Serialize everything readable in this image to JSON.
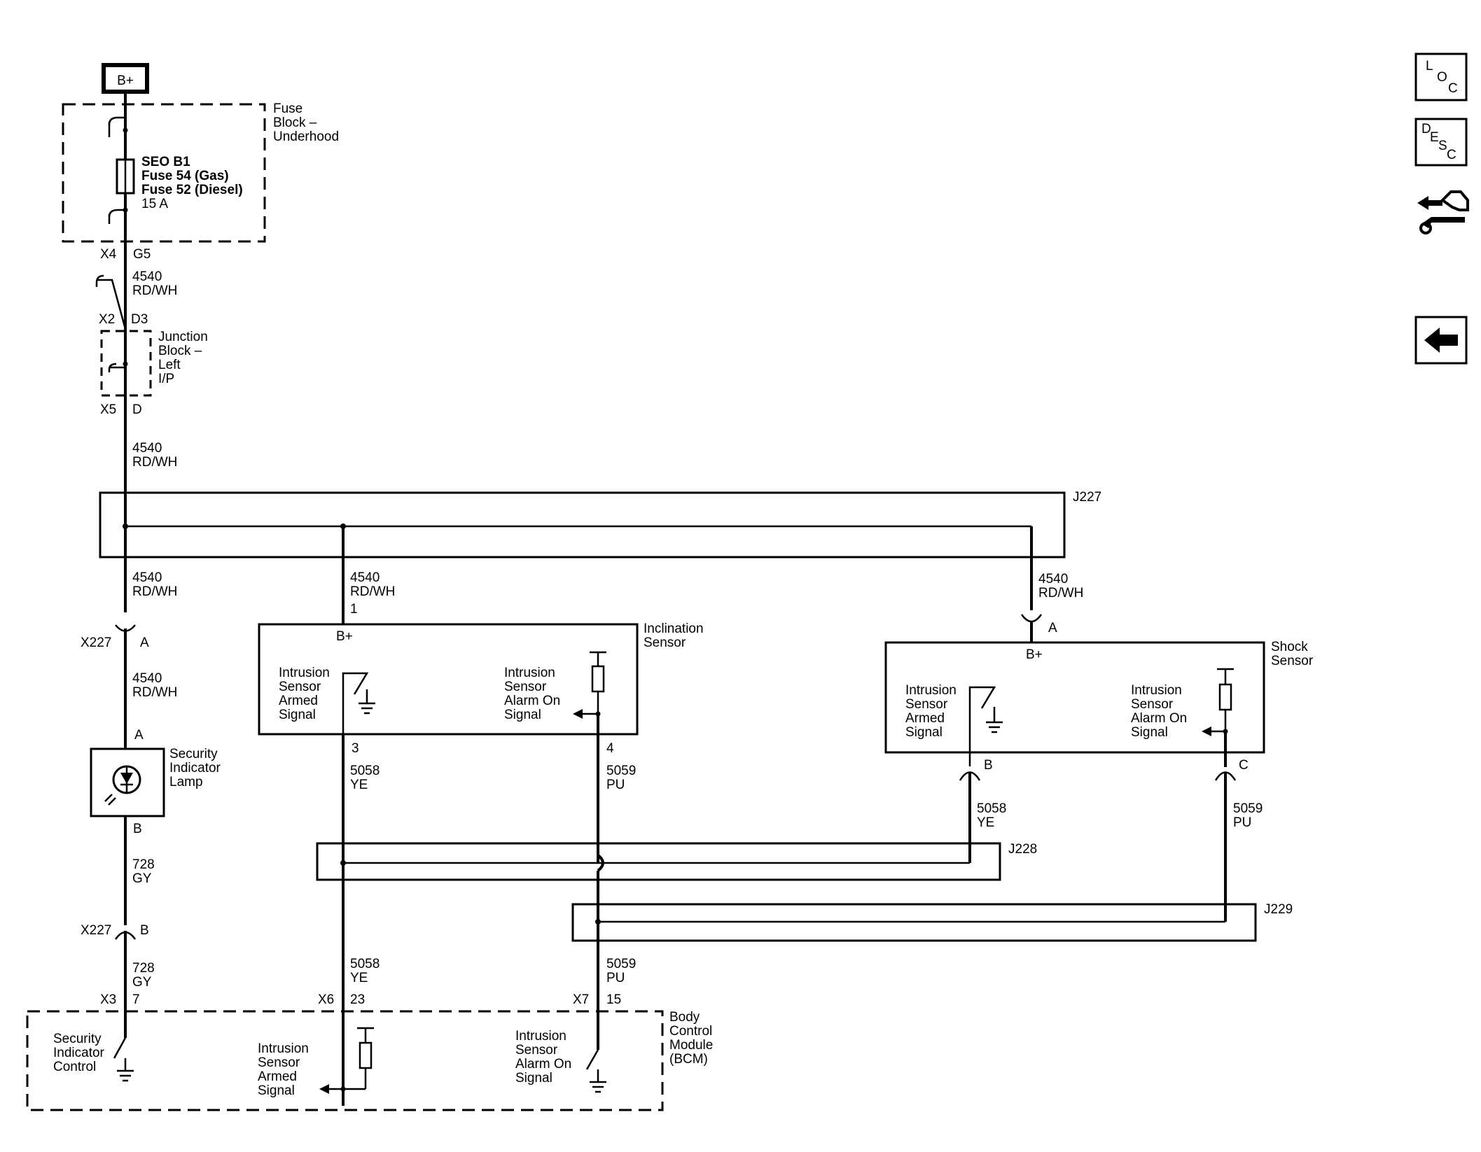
{
  "power": {
    "label": "B+"
  },
  "fuse_block": {
    "name_lines": [
      "Fuse",
      "Block –",
      "Underhood"
    ],
    "fuse_lines": [
      "SEO B1",
      "Fuse 54 (Gas)",
      "Fuse 52 (Diesel)",
      "15 A"
    ],
    "connector_left": "X4",
    "pin": "G5"
  },
  "wires": {
    "w1": [
      "4540",
      "RD/WH"
    ],
    "w2": [
      "4540",
      "RD/WH"
    ],
    "w3": [
      "4540",
      "RD/WH"
    ],
    "w4": [
      "4540",
      "RD/WH"
    ],
    "w5": [
      "4540",
      "RD/WH"
    ],
    "w6": [
      "4540",
      "RD/WH"
    ],
    "w7": [
      "728",
      "GY"
    ],
    "w8": [
      "728",
      "GY"
    ],
    "w9": [
      "5058",
      "YE"
    ],
    "w10": [
      "5059",
      "PU"
    ],
    "w11": [
      "5058",
      "YE"
    ],
    "w12": [
      "5059",
      "PU"
    ],
    "w13": [
      "5058",
      "YE"
    ],
    "w14": [
      "5059",
      "PU"
    ]
  },
  "junction_block": {
    "name_lines": [
      "Junction",
      "Block –",
      "Left",
      "I/P"
    ],
    "top_connector": "X2",
    "top_pin": "D3",
    "bottom_connector": "X5",
    "bottom_pin": "D"
  },
  "splices": {
    "j227": "J227",
    "j228": "J228",
    "j229": "J229"
  },
  "inline_connectors": {
    "x227a": {
      "name": "X227",
      "pin": "A"
    },
    "x227b": {
      "name": "X227",
      "pin": "B"
    }
  },
  "lamp": {
    "name_lines": [
      "Security",
      "Indicator",
      "Lamp"
    ],
    "pin_top": "A",
    "pin_bottom": "B"
  },
  "inclination_sensor": {
    "name_lines": [
      "Inclination",
      "Sensor"
    ],
    "bplus": "B+",
    "pin_bplus": "1",
    "armed_lines": [
      "Intrusion",
      "Sensor",
      "Armed",
      "Signal"
    ],
    "alarm_lines": [
      "Intrusion",
      "Sensor",
      "Alarm On",
      "Signal"
    ],
    "pin_armed": "3",
    "pin_alarm": "4"
  },
  "shock_sensor": {
    "name_lines": [
      "Shock",
      "Sensor"
    ],
    "bplus": "B+",
    "pin_bplus": "A",
    "armed_lines": [
      "Intrusion",
      "Sensor",
      "Armed",
      "Signal"
    ],
    "alarm_lines": [
      "Intrusion",
      "Sensor",
      "Alarm On",
      "Signal"
    ],
    "pin_armed": "B",
    "pin_alarm": "C"
  },
  "bcm": {
    "name_lines": [
      "Body",
      "Control",
      "Module",
      "(BCM)"
    ],
    "conn1": "X3",
    "pin1": "7",
    "conn2": "X6",
    "pin2": "23",
    "conn3": "X7",
    "pin3": "15",
    "indicator_lines": [
      "Security",
      "Indicator",
      "Control"
    ],
    "armed_lines": [
      "Intrusion",
      "Sensor",
      "Armed",
      "Signal"
    ],
    "alarm_lines": [
      "Intrusion",
      "Sensor",
      "Alarm On",
      "Signal"
    ]
  },
  "nav": {
    "loc": [
      "L",
      "O",
      "C"
    ],
    "desc": [
      "D",
      "E",
      "S",
      "C"
    ]
  }
}
